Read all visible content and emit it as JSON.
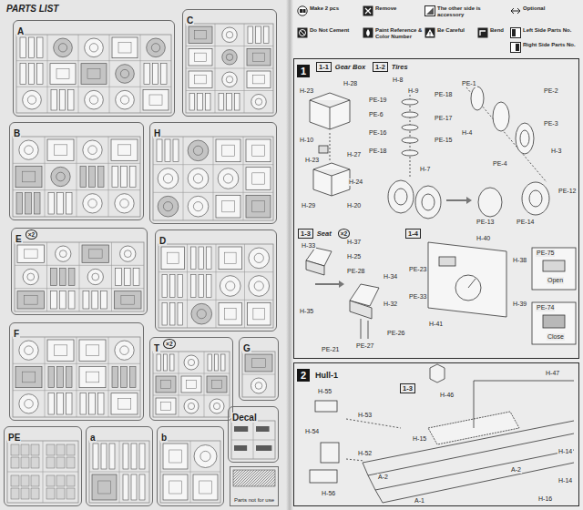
{
  "diagram": {
    "title": "PARTS LIST",
    "nodes": [
      {
        "text": [
          "A"
        ]
      },
      {
        "text": [
          "C"
        ]
      },
      {
        "text": [
          "B"
        ]
      },
      {
        "text": [
          "H"
        ]
      },
      {
        "text": [
          "E",
          "×2"
        ]
      },
      {
        "text": [
          "D"
        ]
      },
      {
        "text": [
          "F"
        ]
      },
      {
        "text": [
          "T",
          "×2"
        ]
      },
      {
        "text": [
          "G"
        ]
      },
      {
        "text": [
          "Decal"
        ]
      },
      {
        "text": [
          "PE"
        ]
      },
      {
        "text": [
          "a"
        ]
      },
      {
        "text": [
          "b"
        ]
      },
      {
        "text": [
          "Parts not for use"
        ]
      },
      {
        "text": [
          "1"
        ]
      },
      {
        "text": [
          "1-1",
          "Gear Box"
        ],
        "in": 14
      },
      {
        "text": [
          "1-2",
          "Tires"
        ],
        "in": 14
      },
      {
        "text": [
          "1-3",
          "Seat",
          "×2"
        ],
        "in": 14
      },
      {
        "text": [
          "1-4"
        ],
        "in": 14
      },
      {
        "text": [
          "2",
          "Hull-1"
        ]
      },
      {
        "text": [
          "1-3"
        ],
        "in": 19
      }
    ],
    "labels": [
      "H-23",
      "H-28",
      "H-10",
      "H-23",
      "H-27",
      "H-24",
      "H-29",
      "H-20",
      "H-8",
      "H-9",
      "PE-19",
      "PE-6",
      "PE-18",
      "PE-17",
      "PE-16",
      "PE-15",
      "PE-18",
      "H-7",
      "PE-1",
      "PE-2",
      "H-4",
      "PE-3",
      "H-3",
      "PE-4",
      "PE-13",
      "PE-12",
      "PE-14",
      "H-33",
      "H-37",
      "H-25",
      "PE-28",
      "H-35",
      "PE-21",
      "H-34",
      "H-32",
      "PE-27",
      "PE-26",
      "PE-23",
      "PE-33",
      "H-41",
      "H-40",
      "H-38",
      "H-39",
      "Open",
      "PE-75",
      "Close",
      "PE-74",
      "H-47",
      "H-55",
      "H-46",
      "H-53",
      "H-54",
      "H-52",
      "H-15",
      "H-56",
      "A-2",
      "A-1",
      "A-2",
      "H-14",
      "H-14",
      "H-16"
    ],
    "legend": [
      {
        "text": "Make 2 pcs"
      },
      {
        "text": "Remove"
      },
      {
        "text": "The other side is accessory"
      },
      {
        "text": "Optional"
      },
      {
        "text": "Do Not Cement"
      },
      {
        "text": "Paint Reference & Color Number"
      },
      {
        "text": "Be Careful"
      },
      {
        "text": "Bend"
      },
      {
        "text": "Left Side Parts No."
      },
      {
        "text": "Right Side Parts No."
      }
    ]
  }
}
